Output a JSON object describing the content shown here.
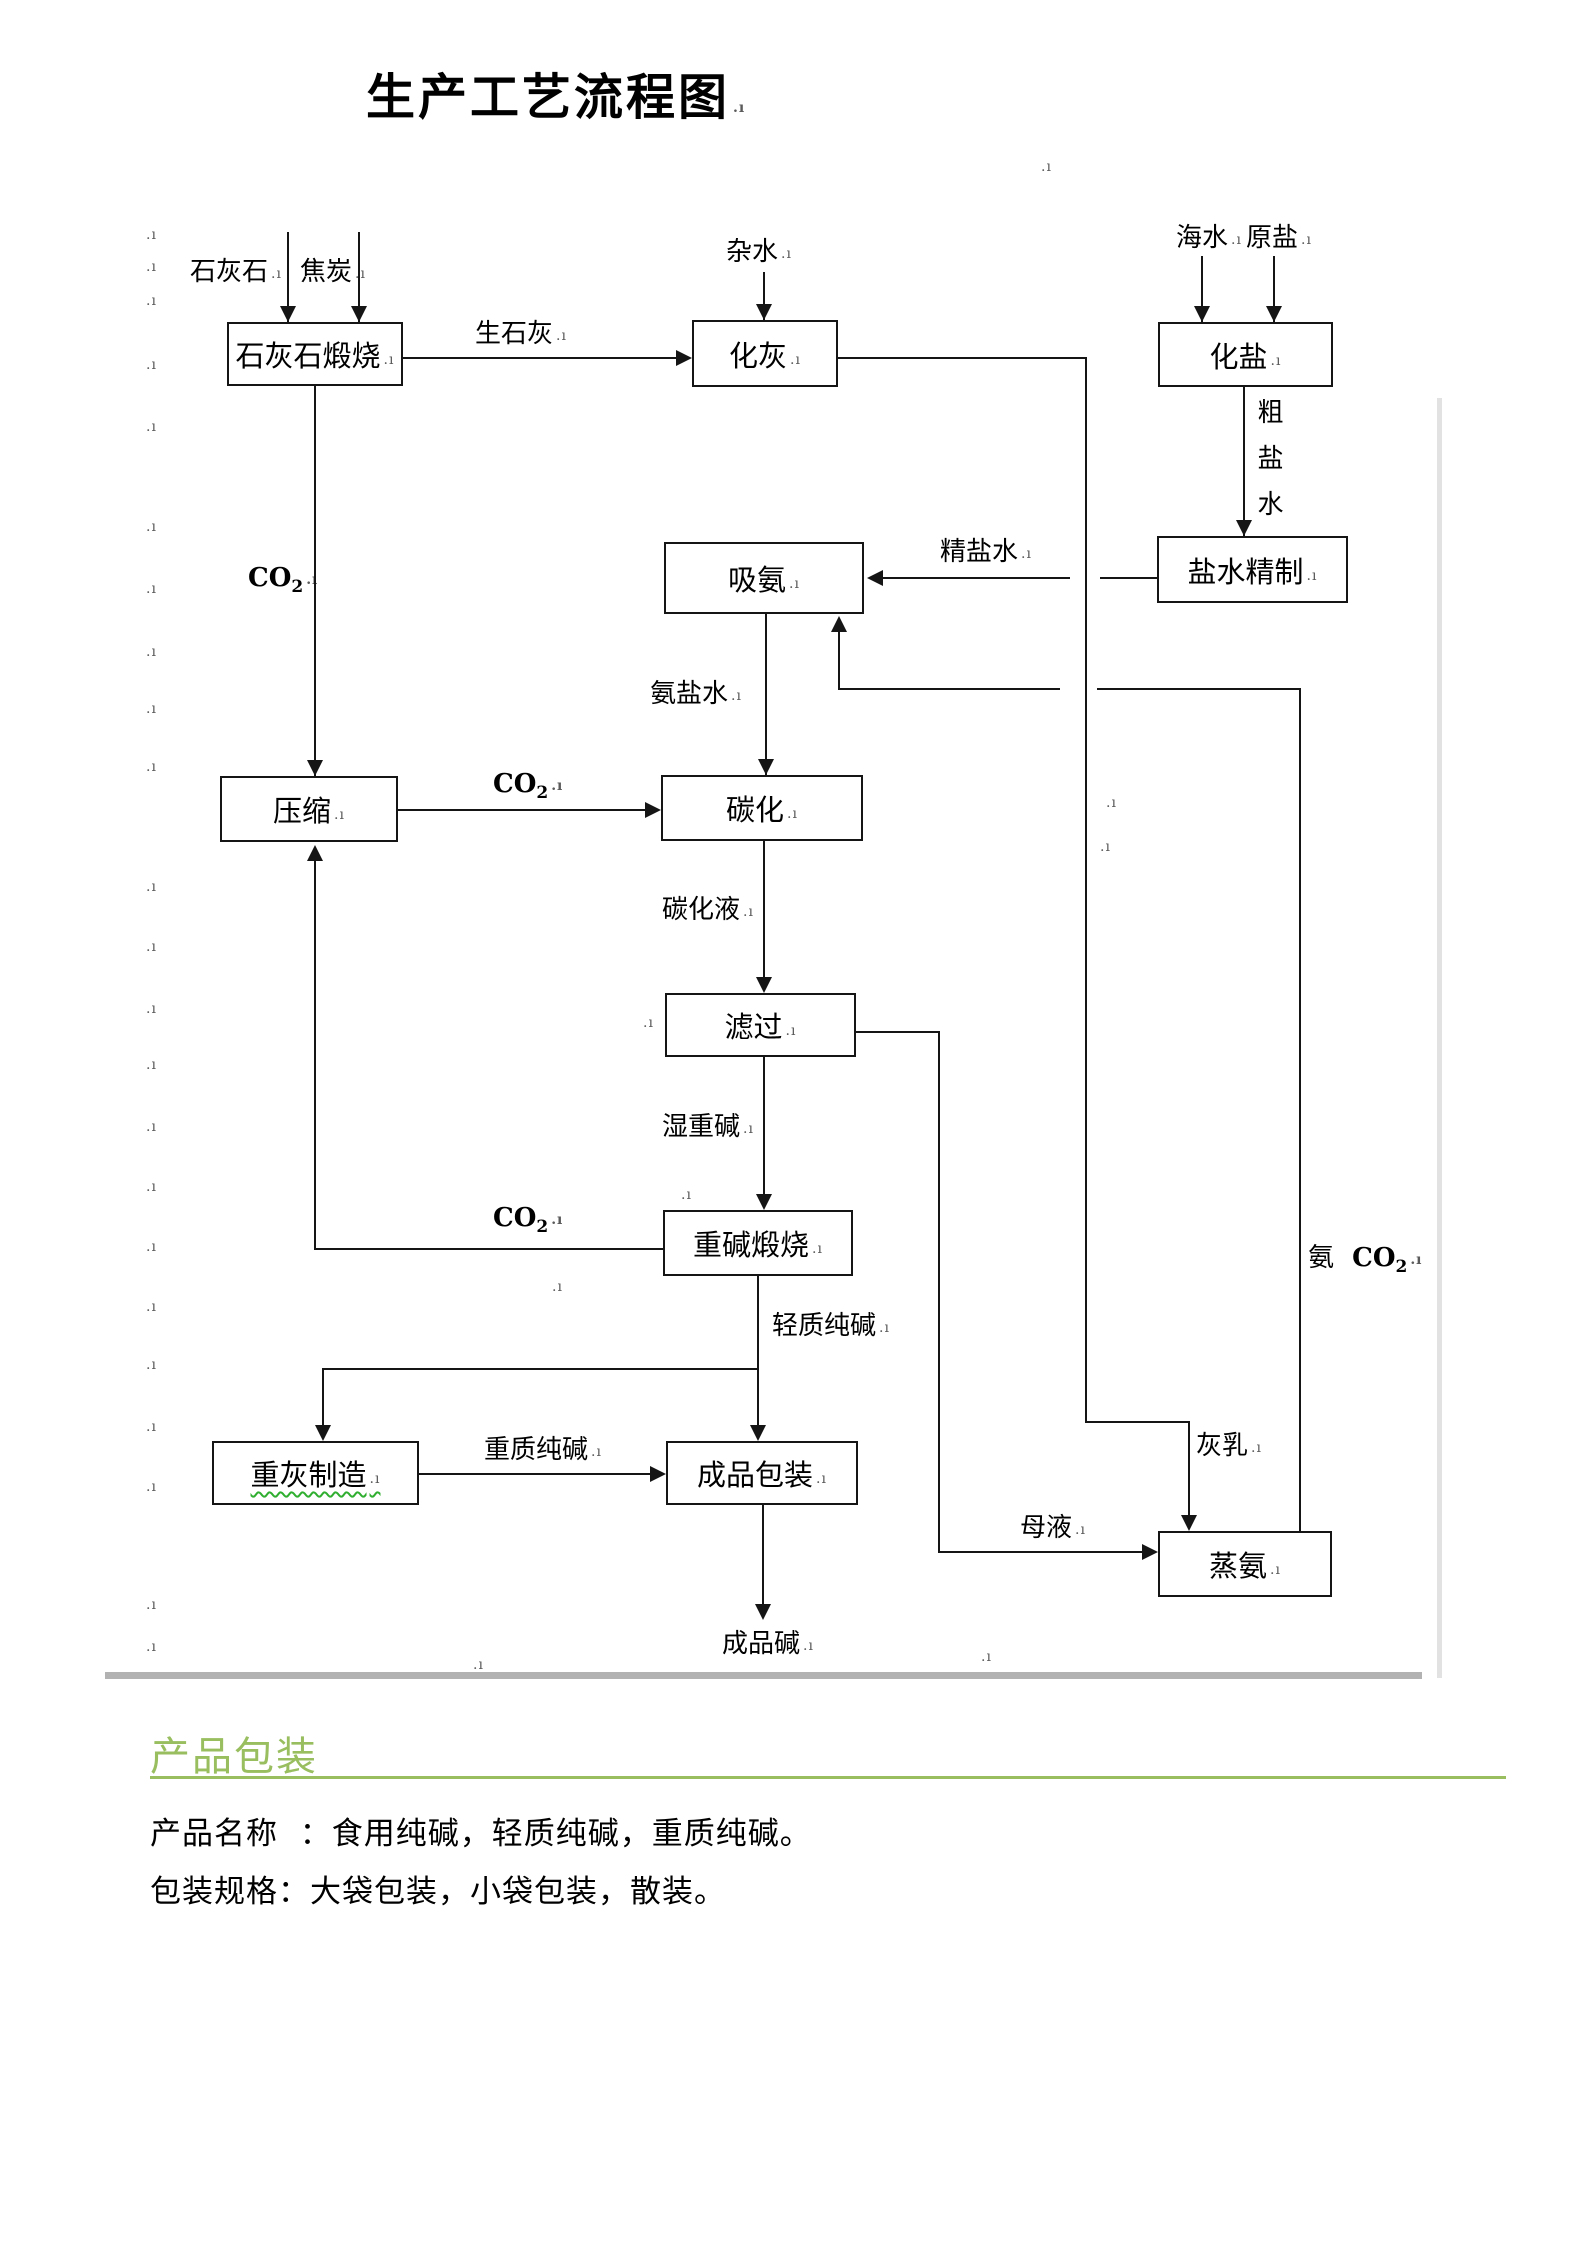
{
  "title": "生产工艺流程图",
  "flowchart": {
    "nodes": {
      "limestone_calcination": "石灰石煅烧",
      "lime_slaking": "化灰",
      "salt_dissolving": "化盐",
      "brine_refining": "盐水精制",
      "ammonia_absorption": "吸氨",
      "compression": "压缩",
      "carbonation": "碳化",
      "filtration": "滤过",
      "heavy_alkali_calcination": "重碱煅烧",
      "heavy_ash_making": "重灰制造",
      "product_packing": "成品包装",
      "ammonia_distillation": "蒸氨"
    },
    "labels": {
      "limestone": "石灰石",
      "coke": "焦炭",
      "quicklime": "生石灰",
      "misc_water": "杂水",
      "seawater": "海水",
      "raw_salt": "原盐",
      "crude_brine": "粗盐水",
      "refined_brine": "精盐水",
      "ammoniated_brine": "氨盐水",
      "carbonated_liquid": "碳化液",
      "wet_crude_bicarbonate": "湿重碱",
      "light_soda_ash": "轻质纯碱",
      "heavy_soda_ash": "重质纯碱",
      "finished_soda": "成品碱",
      "mother_liquor": "母液",
      "lime_milk": "灰乳",
      "ammonia": "氨",
      "co2_base": "CO",
      "co2_sub": "2"
    }
  },
  "section": {
    "heading": "产品包装",
    "line1": "产品名称  ：食用纯碱，轻质纯碱，重质纯碱。",
    "line2": "包装规格：大袋包装，小袋包装，散装。"
  },
  "colors": {
    "accent_green": "#98BE5F",
    "line_black": "#151515",
    "gray_bar": "#b2b2b2"
  },
  "artifacts": {
    "para_mark": ".ı"
  }
}
